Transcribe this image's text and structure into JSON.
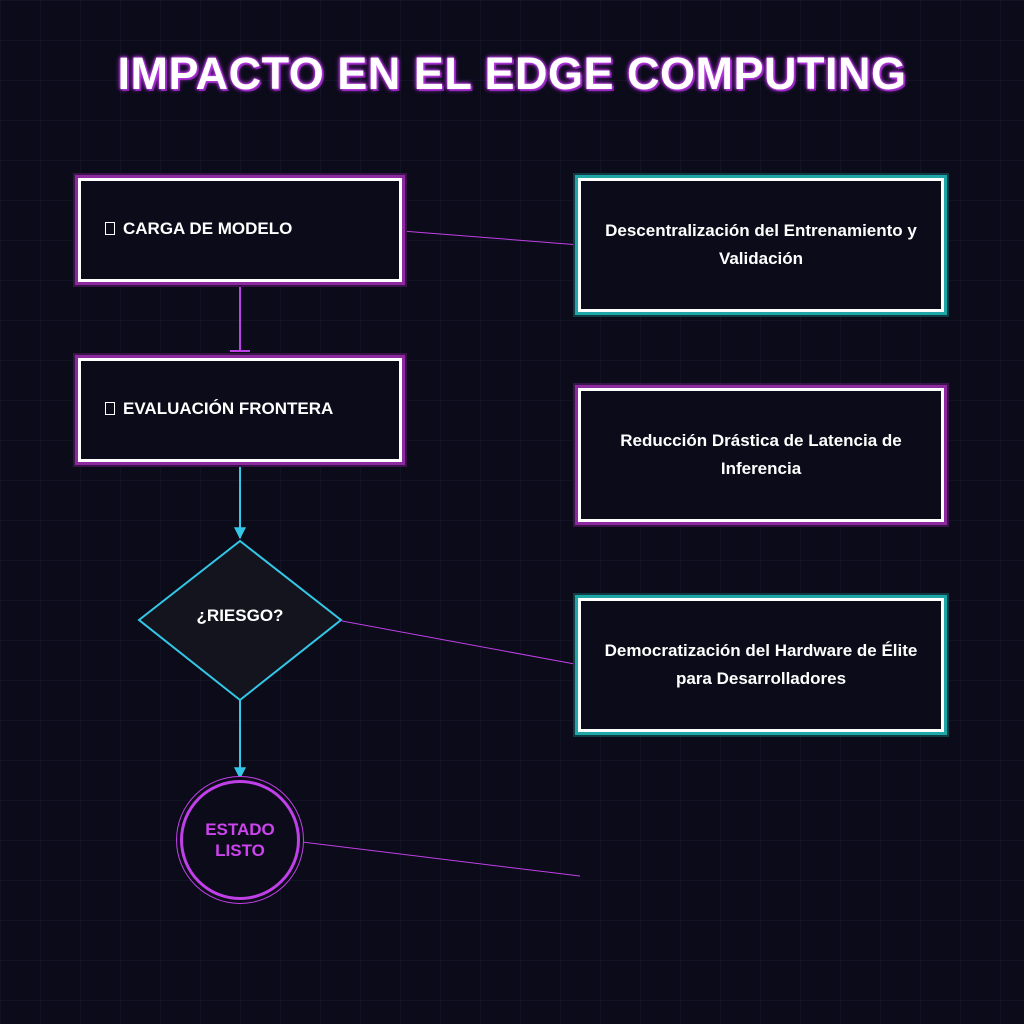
{
  "title": "IMPACTO EN EL EDGE COMPUTING",
  "steps": [
    {
      "label": "CARGA DE MODELO",
      "icon": "box-glyph-icon"
    },
    {
      "label": "EVALUACIÓN FRONTERA",
      "icon": "box-glyph-icon"
    }
  ],
  "decision": {
    "label": "¿RIESGO?"
  },
  "terminal": {
    "line1": "ESTADO",
    "line2": "LISTO"
  },
  "impacts": [
    {
      "text": "Descentralización del Entrenamiento y Validación",
      "accent": "#1fa6a6"
    },
    {
      "text": "Reducción Drástica de Latencia de Inferencia",
      "accent": "#8e2aa0"
    },
    {
      "text": "Democratización del Hardware de Élite para Desarrolladores",
      "accent": "#1fa6a6"
    }
  ],
  "colors": {
    "background": "#0b0b19",
    "purple": "#c040e8",
    "teal": "#1fa6a6",
    "cyan_flow": "#33c8e8"
  }
}
